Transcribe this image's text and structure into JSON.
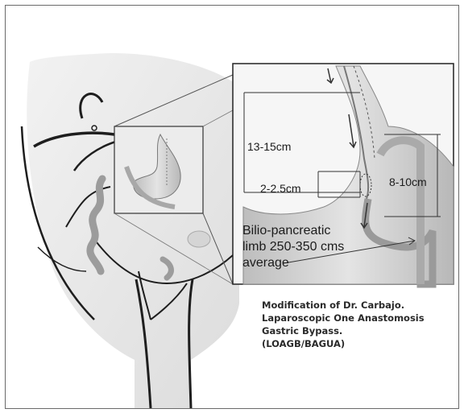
{
  "labels": {
    "measure_pouch_length": "13-15cm",
    "measure_anastomosis": "2-2.5cm",
    "measure_stomach_width": "8-10cm",
    "limb_line1": "Bilio-pancreatic",
    "limb_line2": "limb 250-350 cms",
    "limb_line3": "average"
  },
  "caption": {
    "line1": "Modification of Dr. Carbajo.",
    "line2": "Laparoscopic One Anastomosis",
    "line3": "Gastric Bypass.",
    "line4": "(LOAGB/BAGUA)"
  },
  "colors": {
    "outline": "#1e1e1e",
    "stomach": "#cfcfcf",
    "intestine": "#a8a8a8",
    "inset_bg": "#f4f4f4"
  }
}
